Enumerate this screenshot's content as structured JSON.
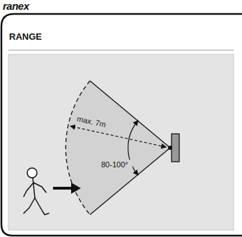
{
  "diagram": {
    "title": "RANGE",
    "labels": [
      "ranex",
      "max. 7m",
      "80-100°"
    ]
  }
}
